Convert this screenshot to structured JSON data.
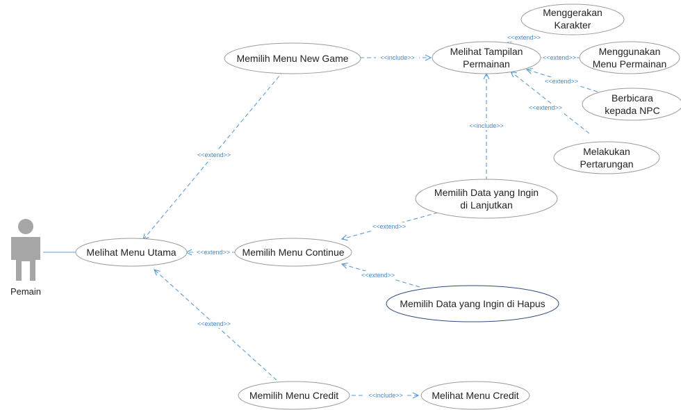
{
  "actor": {
    "label": "Pemain"
  },
  "use_cases": {
    "menu_utama": "Melihat Menu Utama",
    "new_game": "Memilih Menu New Game",
    "tampilan_1": "Melihat Tampilan",
    "tampilan_2": "Permainan",
    "gerak_1": "Menggerakan",
    "gerak_2": "Karakter",
    "menu_perm_1": "Menggunakan",
    "menu_perm_2": "Menu Permainan",
    "npc_1": "Berbicara",
    "npc_2": "kepada NPC",
    "tarung_1": "Melakukan",
    "tarung_2": "Pertarungan",
    "lanjut_1": "Memilih Data yang Ingin",
    "lanjut_2": "di Lanjutkan",
    "continue": "Memilih Menu Continue",
    "hapus": "Memilih Data yang Ingin di Hapus",
    "credit": "Memilih Menu Credit",
    "lihat_credit": "Melihat Menu Credit"
  },
  "relations": {
    "include": "<<include>>",
    "extend": "<<extend>>"
  },
  "colors": {
    "line": "#5b9bd5",
    "ellipse_stroke": "#9a9a9a",
    "highlight_stroke": "#2e4a7a",
    "actor": "#a6a6a6"
  }
}
